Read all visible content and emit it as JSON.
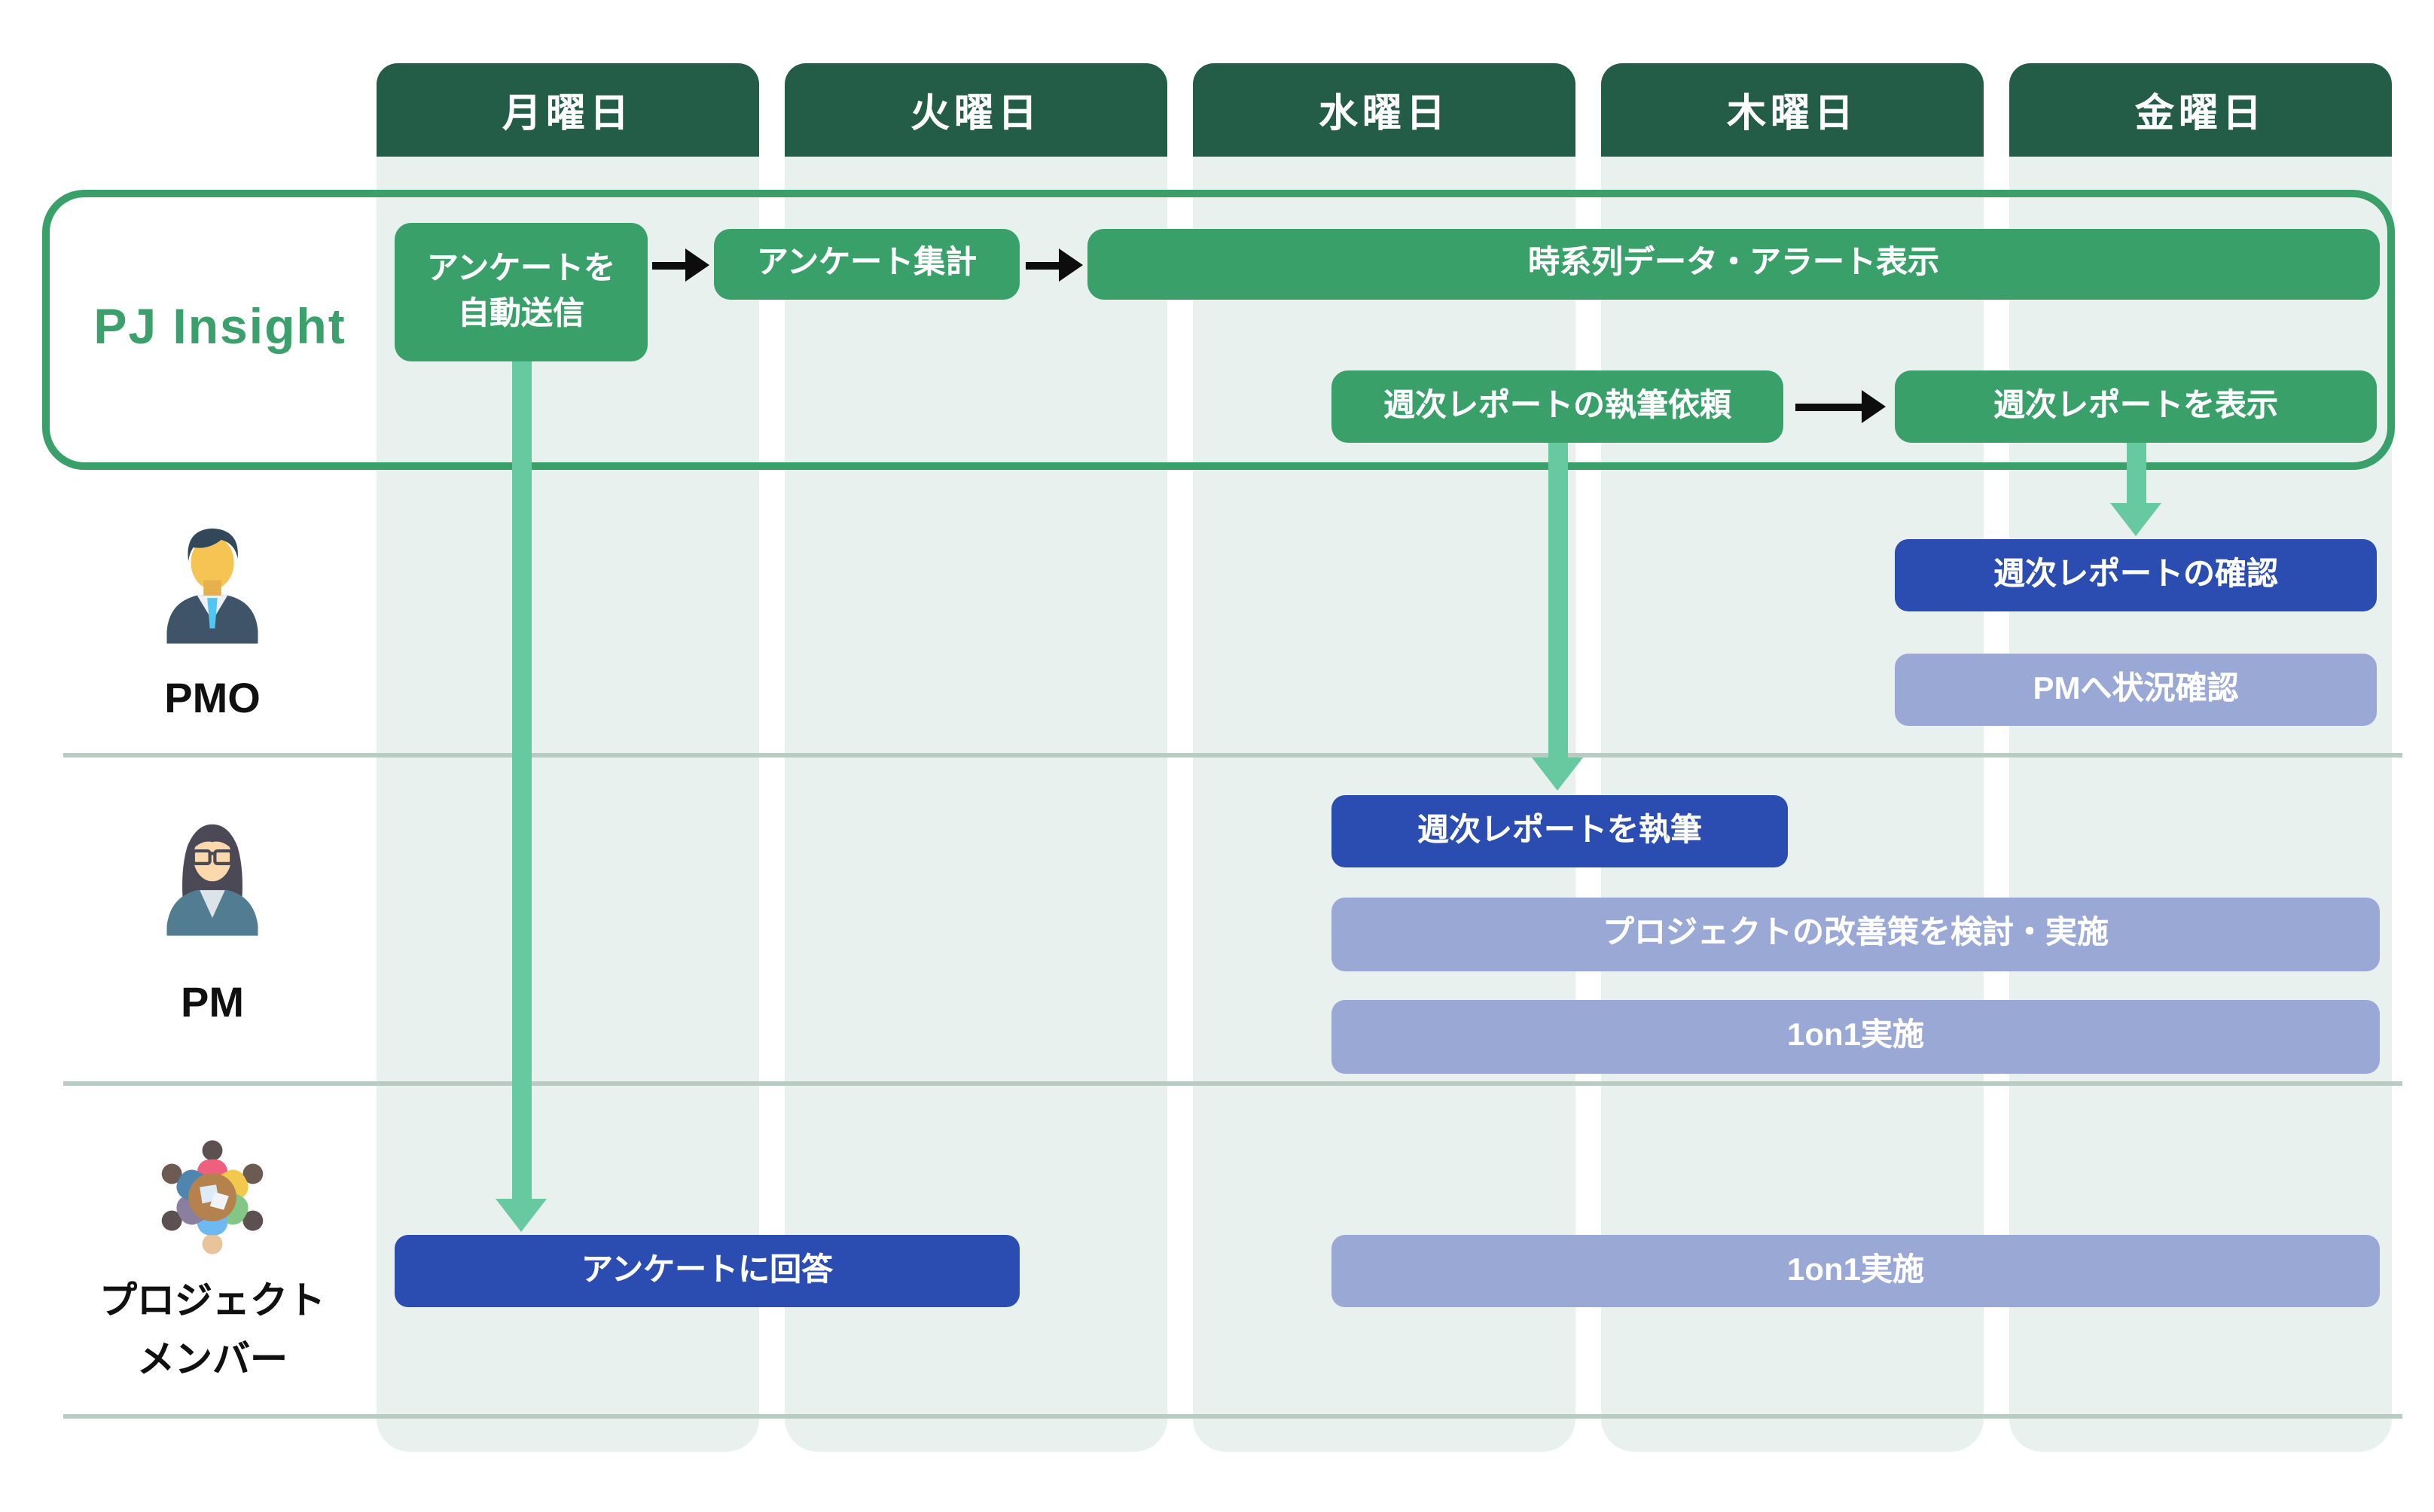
{
  "header": {
    "days": [
      "月曜日",
      "火曜日",
      "水曜日",
      "木曜日",
      "金曜日"
    ]
  },
  "pj_insight": {
    "title": "PJ Insight",
    "survey_send_line1": "アンケートを",
    "survey_send_line2": "自動送信",
    "survey_aggregate": "アンケート集計",
    "timeseries_alert": "時系列データ・アラート表示",
    "report_request": "週次レポートの執筆依頼",
    "report_display": "週次レポートを表示"
  },
  "pmo": {
    "label": "PMO",
    "report_check": "週次レポートの確認",
    "pm_status_check": "PMへ状況確認"
  },
  "pm": {
    "label": "PM",
    "report_write": "週次レポートを執筆",
    "improvement": "プロジェクトの改善策を検討・実施",
    "one_on_one": "1on1実施"
  },
  "members": {
    "label_line1": "プロジェクト",
    "label_line2": "メンバー",
    "survey_answer": "アンケートに回答",
    "one_on_one": "1on1実施"
  },
  "colors": {
    "header_green": "#235c47",
    "box_green": "#3aa069",
    "arrow_green": "#66c9a0",
    "band_mint": "#e8f1ee",
    "accent_blue": "#2b4cb0",
    "lavender": "#9aa8d6",
    "outline_green": "#3aa069",
    "title_green": "#3ca06c",
    "divider_gray": "#b9ccc4",
    "arrow_black": "#0d0d0d"
  }
}
